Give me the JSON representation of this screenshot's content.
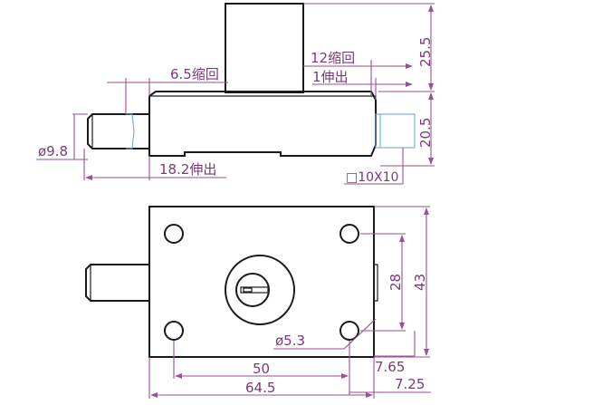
{
  "colors": {
    "object_line": "#1a1a1a",
    "dimension_line": "#9b4f96",
    "dimension_text": "#7a3a78",
    "hidden_line": "#6fa8dc",
    "background": "#ffffff"
  },
  "top_view": {
    "retract_6_5": "6.5缩回",
    "retract_12": "12缩回",
    "extend_1": "1伸出",
    "extend_18_2": "18.2伸出",
    "dia_9_8": "ø9.8",
    "height_25_5": "25.5",
    "height_20_5": "20.5",
    "square_bolt": "□10X10"
  },
  "front_view": {
    "dim_28": "28",
    "dim_43": "43",
    "hole_dia": "ø5.3",
    "dim_50": "50",
    "dim_64_5": "64.5",
    "dim_7_65": "7.65",
    "dim_7_25": "7.25"
  }
}
